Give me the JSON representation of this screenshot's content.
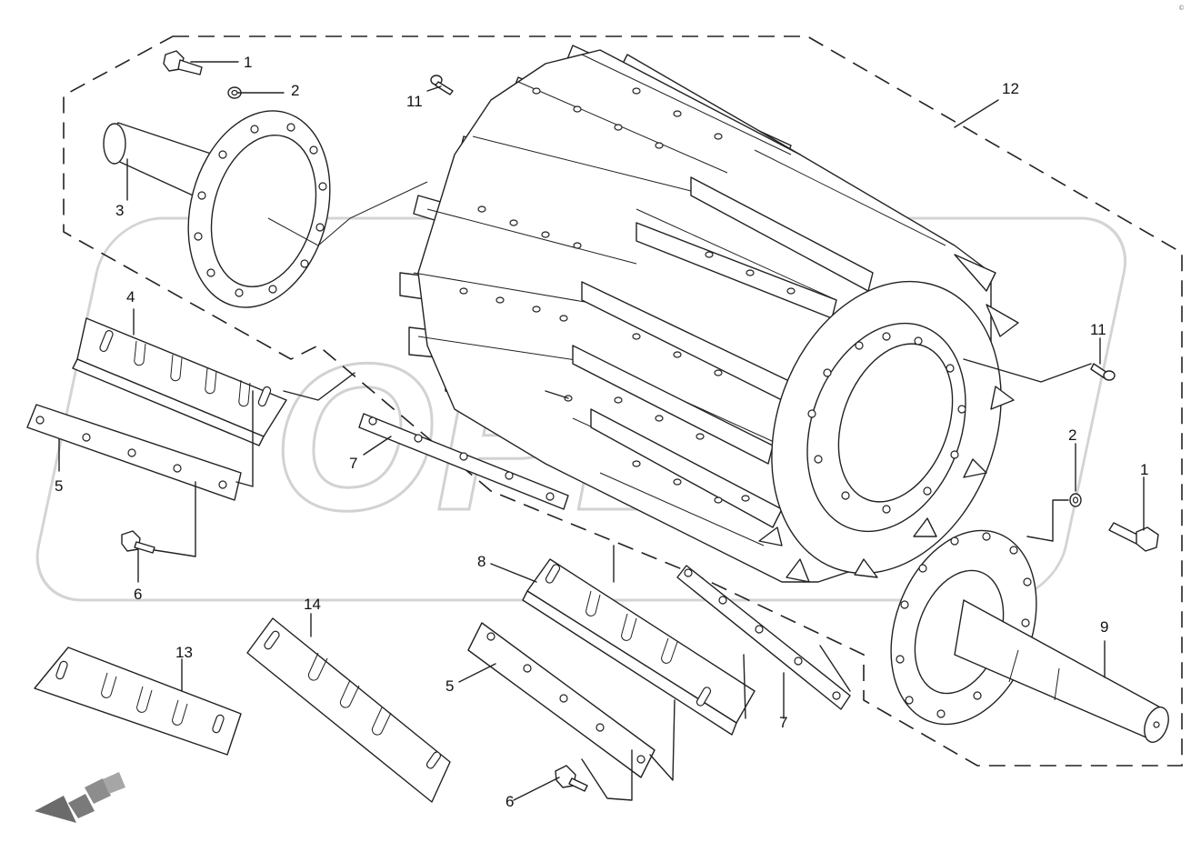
{
  "diagram": {
    "watermark_text": "OPEX",
    "corner_mark": "© "
  },
  "callouts": [
    {
      "id": "c1a",
      "text": "1"
    },
    {
      "id": "c2a",
      "text": "2"
    },
    {
      "id": "c3",
      "text": "3"
    },
    {
      "id": "c4",
      "text": "4"
    },
    {
      "id": "c5a",
      "text": "5"
    },
    {
      "id": "c6a",
      "text": "6"
    },
    {
      "id": "c7a",
      "text": "7"
    },
    {
      "id": "c8",
      "text": "8"
    },
    {
      "id": "c5b",
      "text": "5"
    },
    {
      "id": "c6b",
      "text": "6"
    },
    {
      "id": "c7b",
      "text": "7"
    },
    {
      "id": "c9",
      "text": "9"
    },
    {
      "id": "c11a",
      "text": "11"
    },
    {
      "id": "c11b",
      "text": "11"
    },
    {
      "id": "c12",
      "text": "12"
    },
    {
      "id": "c13",
      "text": "13"
    },
    {
      "id": "c14",
      "text": "14"
    },
    {
      "id": "c1b",
      "text": "1"
    },
    {
      "id": "c2b",
      "text": "2"
    }
  ]
}
